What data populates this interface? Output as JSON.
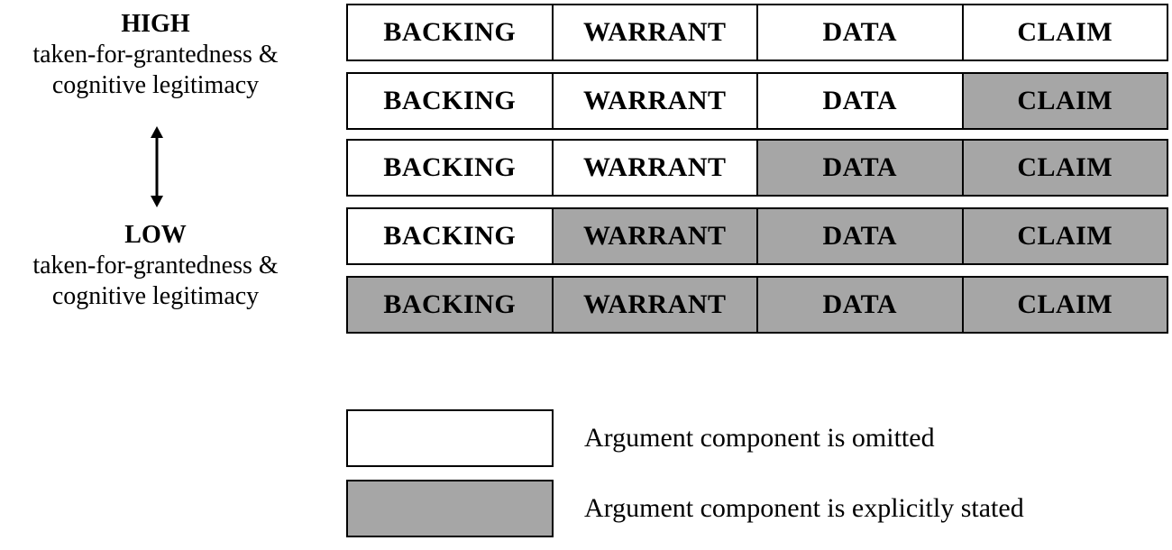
{
  "high": {
    "title": "HIGH",
    "desc_line1": "taken-for-grantedness &",
    "desc_line2": "cognitive legitimacy"
  },
  "low": {
    "title": "LOW",
    "desc_line1": "taken-for-grantedness &",
    "desc_line2": "cognitive legitimacy"
  },
  "columns": [
    "BACKING",
    "WARRANT",
    "DATA",
    "CLAIM"
  ],
  "rows": [
    {
      "cells": [
        {
          "label": "BACKING",
          "state": "omitted"
        },
        {
          "label": "WARRANT",
          "state": "omitted"
        },
        {
          "label": "DATA",
          "state": "omitted"
        },
        {
          "label": "CLAIM",
          "state": "omitted"
        }
      ]
    },
    {
      "cells": [
        {
          "label": "BACKING",
          "state": "omitted"
        },
        {
          "label": "WARRANT",
          "state": "omitted"
        },
        {
          "label": "DATA",
          "state": "omitted"
        },
        {
          "label": "CLAIM",
          "state": "stated"
        }
      ]
    },
    {
      "cells": [
        {
          "label": "BACKING",
          "state": "omitted"
        },
        {
          "label": "WARRANT",
          "state": "omitted"
        },
        {
          "label": "DATA",
          "state": "stated"
        },
        {
          "label": "CLAIM",
          "state": "stated"
        }
      ]
    },
    {
      "cells": [
        {
          "label": "BACKING",
          "state": "omitted"
        },
        {
          "label": "WARRANT",
          "state": "stated"
        },
        {
          "label": "DATA",
          "state": "stated"
        },
        {
          "label": "CLAIM",
          "state": "stated"
        }
      ]
    },
    {
      "cells": [
        {
          "label": "BACKING",
          "state": "stated"
        },
        {
          "label": "WARRANT",
          "state": "stated"
        },
        {
          "label": "DATA",
          "state": "stated"
        },
        {
          "label": "CLAIM",
          "state": "stated"
        }
      ]
    }
  ],
  "legend": {
    "omitted": "Argument component is omitted",
    "stated": "Argument component is explicitly stated"
  },
  "colors": {
    "stated_fill": "#a6a6a6",
    "omitted_fill": "#ffffff"
  },
  "icons": {
    "arrow": "double-headed-vertical-arrow-icon"
  }
}
